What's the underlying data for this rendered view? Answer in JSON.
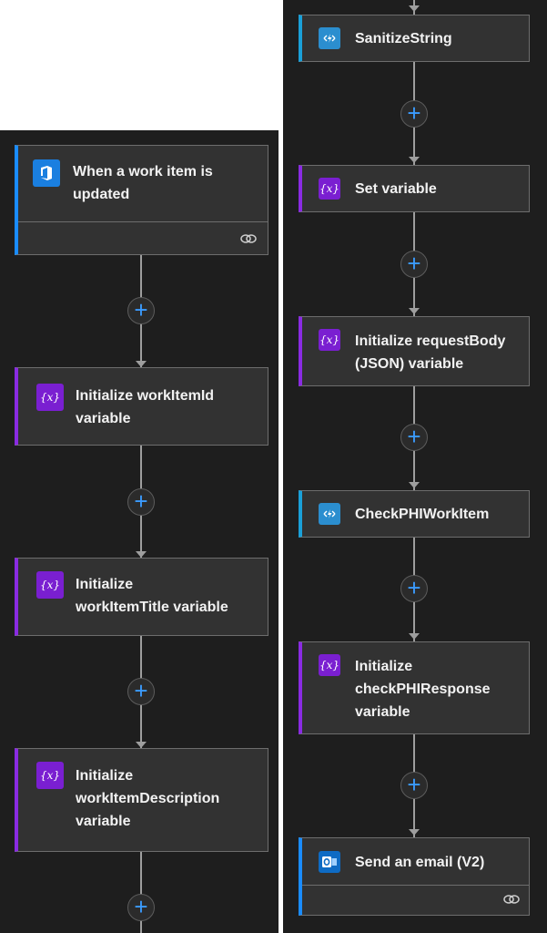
{
  "flow": {
    "left": [
      {
        "id": "trigger",
        "kind": "trigger",
        "title_lines": [
          "When a work item is",
          "updated"
        ]
      },
      {
        "id": "init-workitemid",
        "kind": "variable",
        "title_lines": [
          "Initialize workItemId",
          "variable"
        ]
      },
      {
        "id": "init-workitemtitle",
        "kind": "variable",
        "title_lines": [
          "Initialize",
          "workItemTitle variable"
        ]
      },
      {
        "id": "init-workitemdescription",
        "kind": "variable",
        "title_lines": [
          "Initialize",
          "workItemDescription",
          "variable"
        ]
      }
    ],
    "right": [
      {
        "id": "sanitizestring",
        "kind": "function",
        "title_lines": [
          "SanitizeString"
        ]
      },
      {
        "id": "set-variable",
        "kind": "variable",
        "title_lines": [
          "Set variable"
        ]
      },
      {
        "id": "init-requestbody",
        "kind": "variable",
        "title_lines": [
          "Initialize requestBody",
          "(JSON) variable"
        ]
      },
      {
        "id": "checkphiworkitem",
        "kind": "function",
        "title_lines": [
          "CheckPHIWorkItem"
        ]
      },
      {
        "id": "init-checkphiresponse",
        "kind": "variable",
        "title_lines": [
          "Initialize",
          "checkPHIResponse",
          "variable"
        ]
      },
      {
        "id": "send-email",
        "kind": "outlook",
        "title_lines": [
          "Send an email (V2)"
        ]
      }
    ]
  },
  "icons": {
    "trigger": "azure-devops-icon",
    "variable": "variable-braces-icon",
    "function": "azure-function-icon",
    "outlook": "outlook-icon",
    "insert": "plus-icon",
    "connection": "link-icon"
  },
  "icon_glyphs": {
    "variable": "{x}",
    "plus": "+"
  },
  "colors": {
    "canvas": "#1e1e1e",
    "card": "#323232",
    "card_border": "#6d6d6d",
    "variable_accent": "#8a2be2",
    "function_accent": "#1aa0d8",
    "trigger_accent": "#1a8cff",
    "plus": "#3b9bff",
    "connector": "#9e9e9e"
  }
}
